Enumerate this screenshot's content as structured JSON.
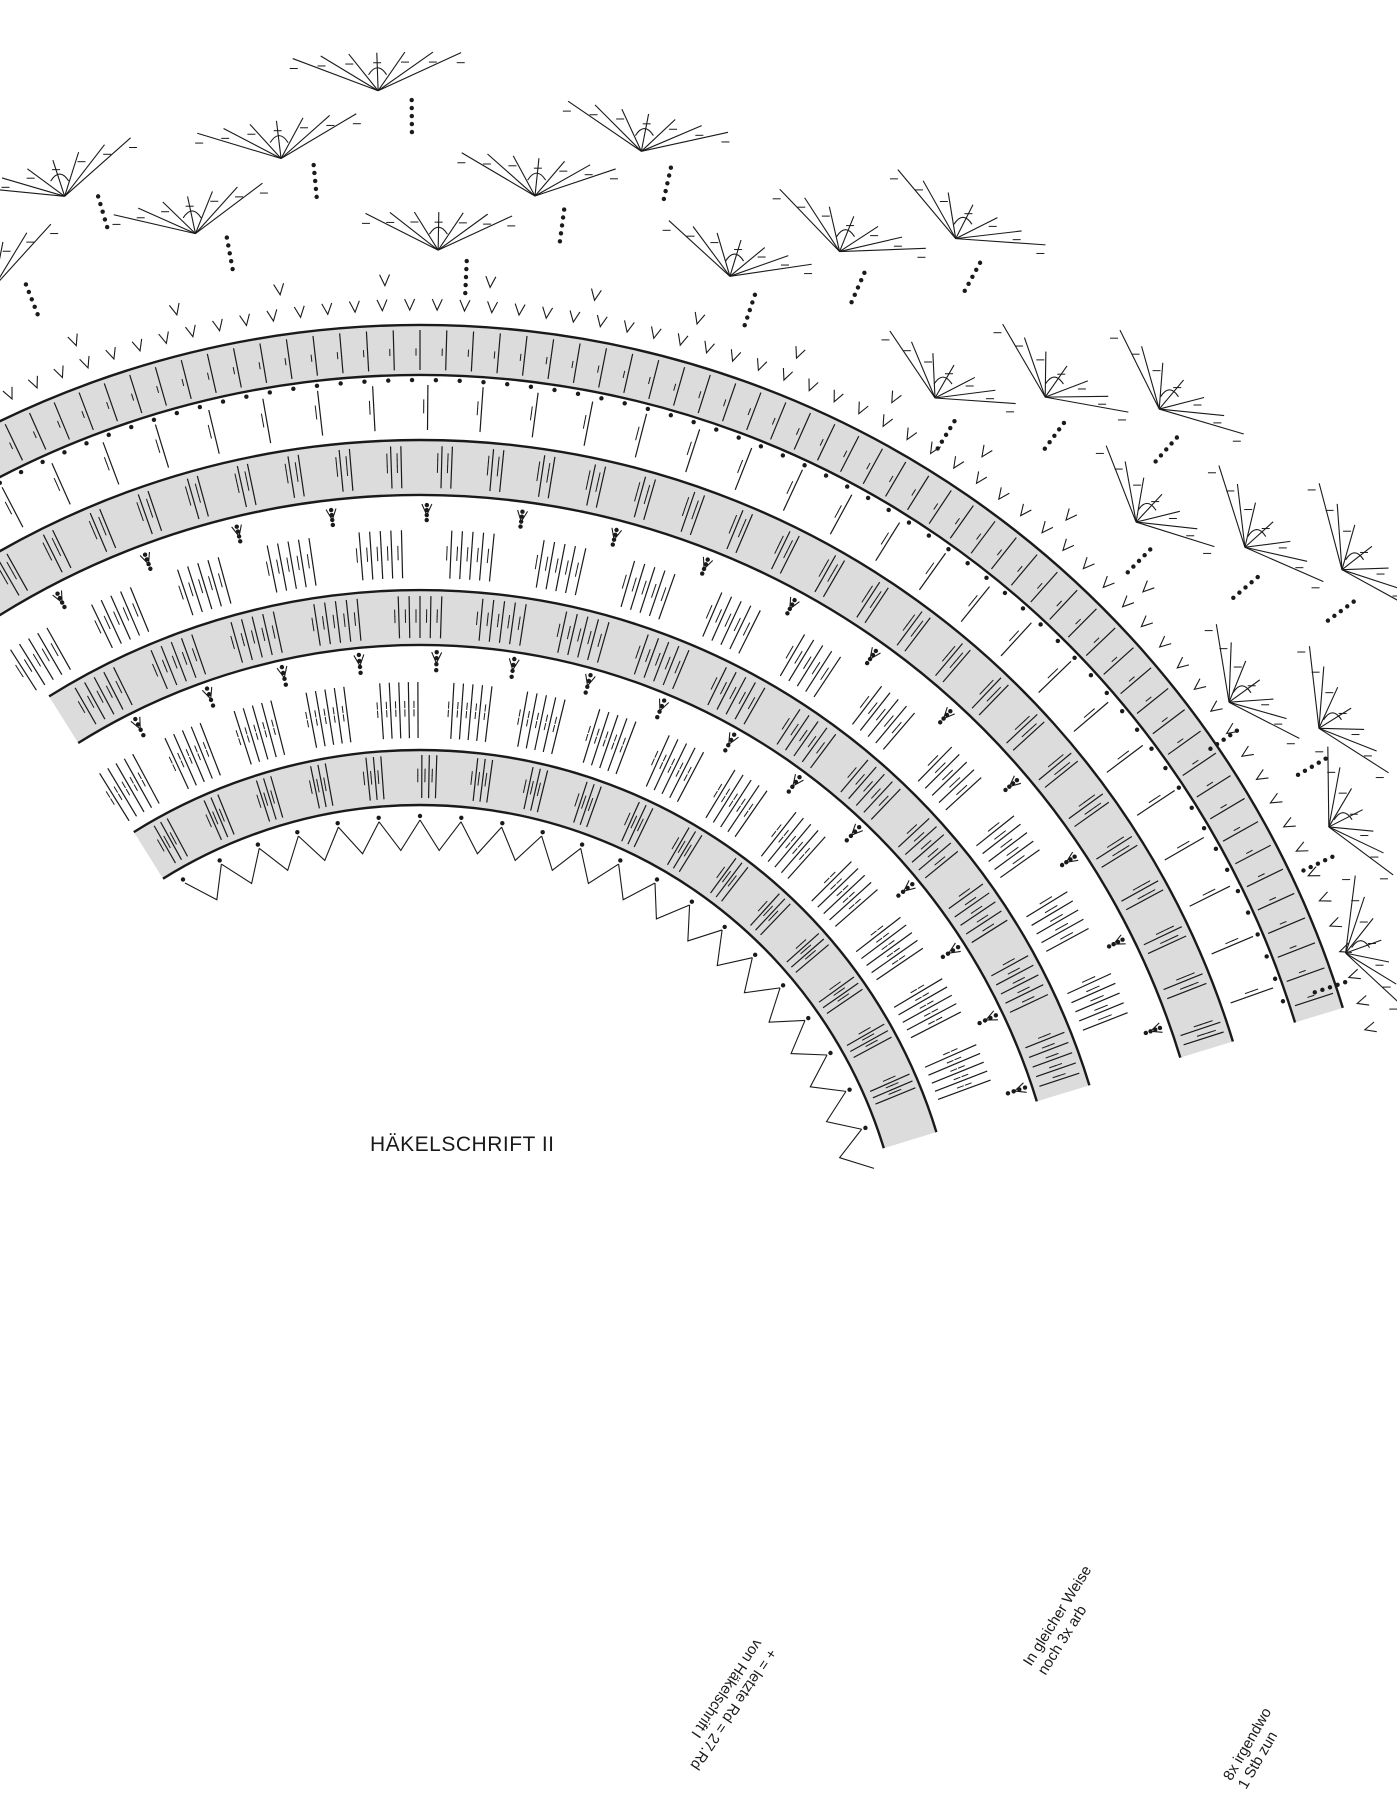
{
  "title": "HÄKELSCHRIFT II",
  "notes": {
    "last_round": "+ = letzte Rd = 27.Rd\nvon Häkelschrift I",
    "repeat": "In gleicher Weise\nnoch 3x arb",
    "decrease": "8x irgendwo\n1 Stb zun"
  },
  "colors": {
    "ink": "#1a1a1a",
    "band_fill": "#dcdcdc"
  }
}
